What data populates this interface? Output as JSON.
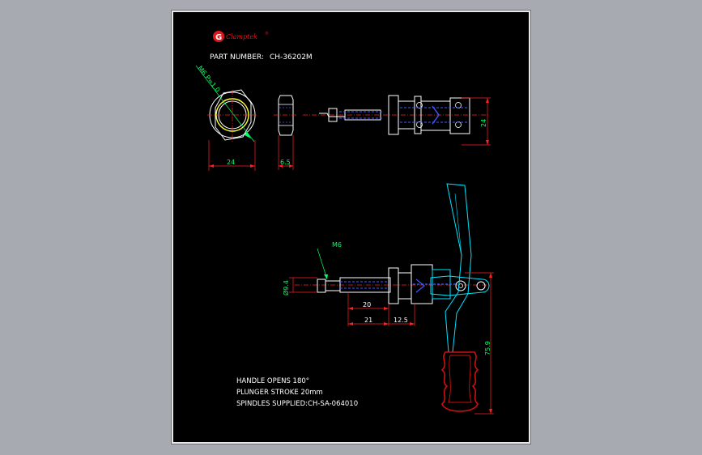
{
  "logo": {
    "letter": "G",
    "wordmark": "Clamptek",
    "mark": "®"
  },
  "part_number": {
    "label": "PART NUMBER:",
    "value": "CH-36202M"
  },
  "dimensions": {
    "thread_callout": "M6 P=1.0",
    "nut_width": "24",
    "nut_thickness": "6.5",
    "top_height": "24",
    "spindle_thread": "M6",
    "spindle_diameter": "Ø9.4",
    "stroke_len": "20",
    "spindle_len": "21",
    "flange_len": "12.5",
    "handle_height": "75.9"
  },
  "notes": [
    "HANDLE OPENS 180°",
    "PLUNGER STROKE 20mm",
    "SPINDLES SUPPLIED:CH-SA-064010"
  ],
  "colors": {
    "background": "#a7abb1",
    "paper": "#000000",
    "outline": "#ffffff",
    "dimension": "#ff2020",
    "text_dim": "#00ff66",
    "hidden": "#3c5bff",
    "handle": "#cc1010",
    "body_cyan": "#00e5ff"
  }
}
